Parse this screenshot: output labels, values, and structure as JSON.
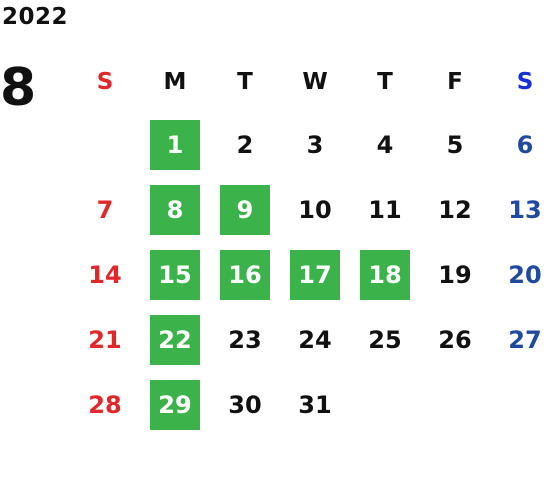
{
  "year": "2022",
  "month": "8",
  "colors": {
    "sunday": "#e0282a",
    "saturday": "#1f4aa0",
    "saturday_header": "#1530d8",
    "highlight": "#3bb34a"
  },
  "weekdays": [
    "S",
    "M",
    "T",
    "W",
    "T",
    "F",
    "S"
  ],
  "weeks": [
    [
      {
        "day": ""
      },
      {
        "day": "1",
        "highlight": true
      },
      {
        "day": "2"
      },
      {
        "day": "3"
      },
      {
        "day": "4"
      },
      {
        "day": "5"
      },
      {
        "day": "6"
      }
    ],
    [
      {
        "day": "7"
      },
      {
        "day": "8",
        "highlight": true
      },
      {
        "day": "9",
        "highlight": true
      },
      {
        "day": "10"
      },
      {
        "day": "11"
      },
      {
        "day": "12"
      },
      {
        "day": "13"
      }
    ],
    [
      {
        "day": "14"
      },
      {
        "day": "15",
        "highlight": true
      },
      {
        "day": "16",
        "highlight": true
      },
      {
        "day": "17",
        "highlight": true
      },
      {
        "day": "18",
        "highlight": true
      },
      {
        "day": "19"
      },
      {
        "day": "20"
      }
    ],
    [
      {
        "day": "21"
      },
      {
        "day": "22",
        "highlight": true
      },
      {
        "day": "23"
      },
      {
        "day": "24"
      },
      {
        "day": "25"
      },
      {
        "day": "26"
      },
      {
        "day": "27"
      }
    ],
    [
      {
        "day": "28"
      },
      {
        "day": "29",
        "highlight": true
      },
      {
        "day": "30"
      },
      {
        "day": "31"
      },
      {
        "day": ""
      },
      {
        "day": ""
      },
      {
        "day": ""
      }
    ]
  ]
}
